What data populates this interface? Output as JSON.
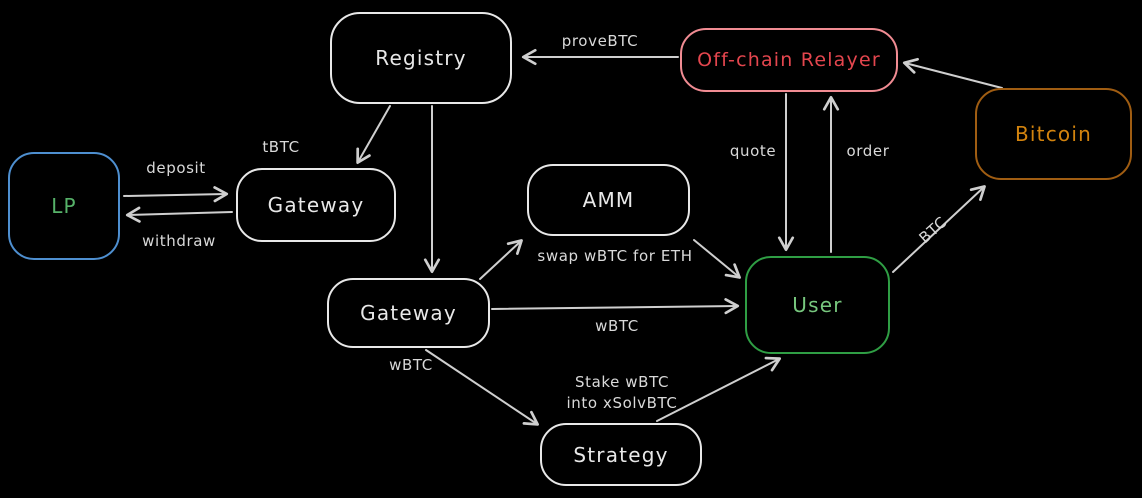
{
  "diagram": {
    "nodes": {
      "registry": {
        "label": "Registry"
      },
      "relayer": {
        "label": "Off-chain Relayer"
      },
      "bitcoin": {
        "label": "Bitcoin"
      },
      "lp": {
        "label": "LP"
      },
      "gateway_tbtc": {
        "label": "Gateway"
      },
      "amm": {
        "label": "AMM"
      },
      "gateway": {
        "label": "Gateway"
      },
      "user": {
        "label": "User"
      },
      "strategy": {
        "label": "Strategy"
      }
    },
    "edges": {
      "prove_btc": {
        "label": "proveBTC"
      },
      "deposit": {
        "label": "deposit"
      },
      "withdraw": {
        "label": "withdraw"
      },
      "tbtc": {
        "label": "tBTC"
      },
      "quote": {
        "label": "quote"
      },
      "order": {
        "label": "order"
      },
      "swap": {
        "label": "swap wBTC for ETH"
      },
      "wbtc_to_user": {
        "label": "wBTC"
      },
      "wbtc_to_strategy": {
        "label": "wBTC"
      },
      "stake_line1": {
        "label": "Stake wBTC"
      },
      "stake_line2": {
        "label": "into xSolvBTC"
      },
      "btc": {
        "label": "BTC"
      }
    },
    "colors": {
      "background": "#000000",
      "node_default_stroke": "#e8e8e8",
      "lp_border": "#4e8fd0",
      "lp_text": "#56b269",
      "relayer_border": "#f18c93",
      "relayer_text": "#e4464e",
      "bitcoin_border": "#a05d12",
      "bitcoin_text": "#d2830e",
      "user_border": "#2f9e44",
      "user_text": "#77c77e",
      "edge_stroke": "#cfcfcf",
      "edge_label_text": "#d9d9d9"
    }
  }
}
